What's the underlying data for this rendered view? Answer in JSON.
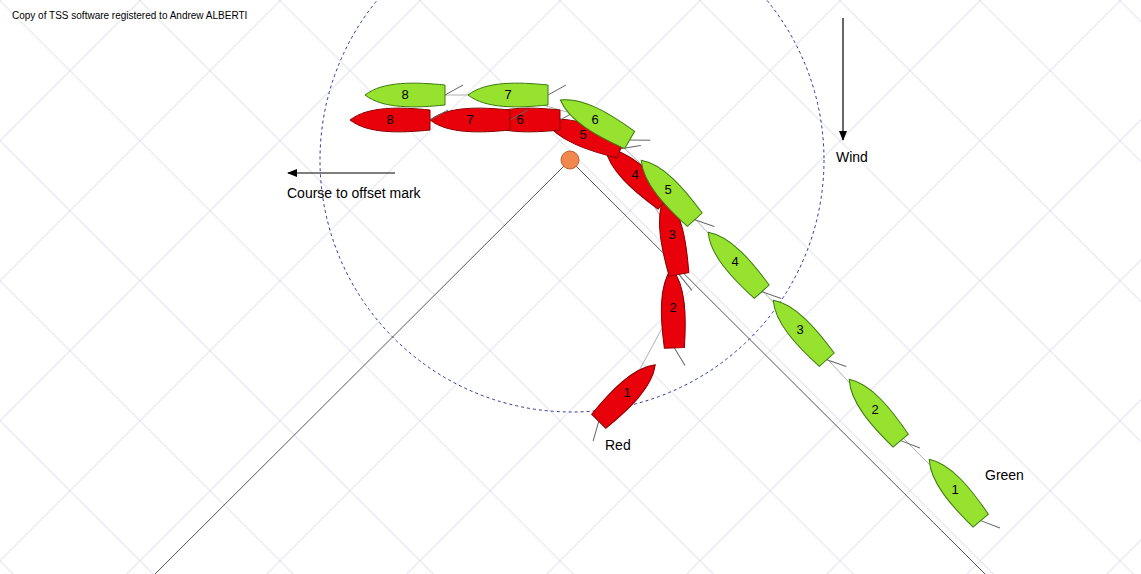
{
  "diagram": {
    "nodes": [
      {
        "text": [
          "1"
        ]
      },
      {
        "text": [
          "2"
        ]
      },
      {
        "text": [
          "3"
        ]
      },
      {
        "text": [
          "4"
        ]
      },
      {
        "text": [
          "5"
        ]
      },
      {
        "text": [
          "6"
        ]
      },
      {
        "text": [
          "7"
        ]
      },
      {
        "text": [
          "8"
        ]
      },
      {
        "text": [
          "1"
        ]
      },
      {
        "text": [
          "2"
        ]
      },
      {
        "text": [
          "3"
        ]
      },
      {
        "text": [
          "4"
        ]
      },
      {
        "text": [
          "5"
        ]
      },
      {
        "text": [
          "6"
        ]
      },
      {
        "text": [
          "7"
        ]
      },
      {
        "text": [
          "8"
        ]
      }
    ],
    "labels": [
      "Copy of TSS software registered to Andrew ALBERTI",
      "Course to offset mark",
      "Wind",
      "Red",
      "Green"
    ]
  }
}
